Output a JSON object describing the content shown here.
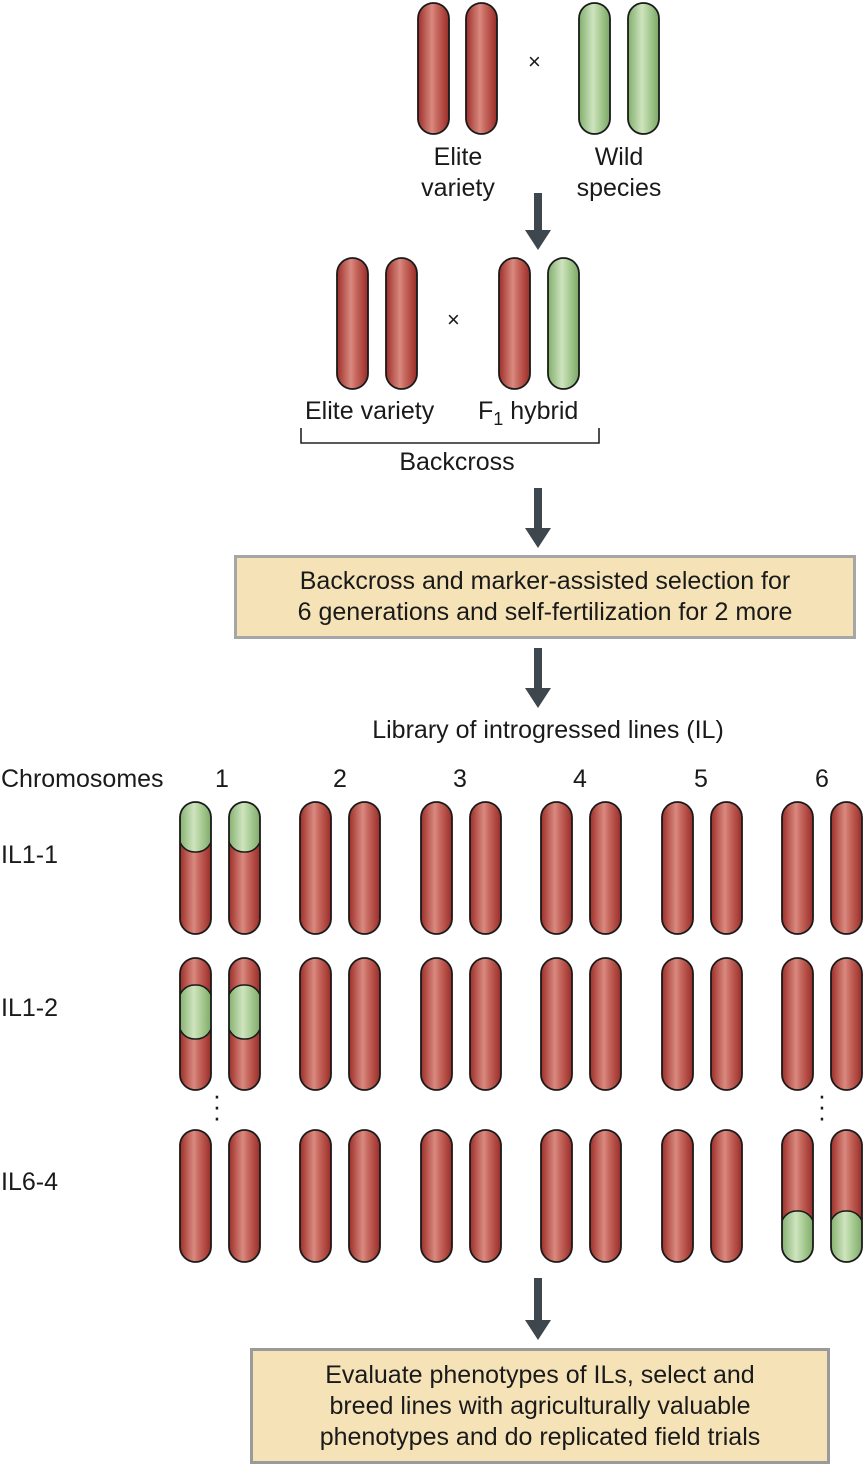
{
  "top_cross": {
    "elite_label": "Elite\nvariety",
    "wild_label": "Wild\nspecies",
    "cross_symbol": "×"
  },
  "backcross_stage": {
    "elite_label": "Elite variety",
    "f1_label_main": "F",
    "f1_label_sub": "1",
    "f1_label_rest": " hybrid",
    "cross_symbol": "×",
    "bracket_label": "Backcross"
  },
  "process_box": {
    "text": "Backcross and marker-assisted selection for\n6 generations and self-fertilization for 2 more"
  },
  "library": {
    "title": "Library of introgressed lines (IL)",
    "chromosomes_label": "Chromosomes",
    "chromosome_numbers": [
      "1",
      "2",
      "3",
      "4",
      "5",
      "6"
    ],
    "lines": [
      {
        "name": "IL1-1",
        "introgression": {
          "chromosome": "1",
          "region": "top"
        }
      },
      {
        "name": "IL1-2",
        "introgression": {
          "chromosome": "1",
          "region": "middle"
        }
      },
      {
        "name": "IL6-4",
        "introgression": {
          "chromosome": "6",
          "region": "bottom"
        }
      }
    ]
  },
  "final_box": {
    "text": "Evaluate phenotypes of ILs, select and\nbreed lines with agriculturally valuable\nphenotypes and do replicated field trials"
  },
  "colors": {
    "elite_red": "#b8403a",
    "wild_green": "#9cc487",
    "arrow": "#3d474d",
    "box_fill": "#f5e3b7",
    "box_border": "#a6a6a6"
  }
}
